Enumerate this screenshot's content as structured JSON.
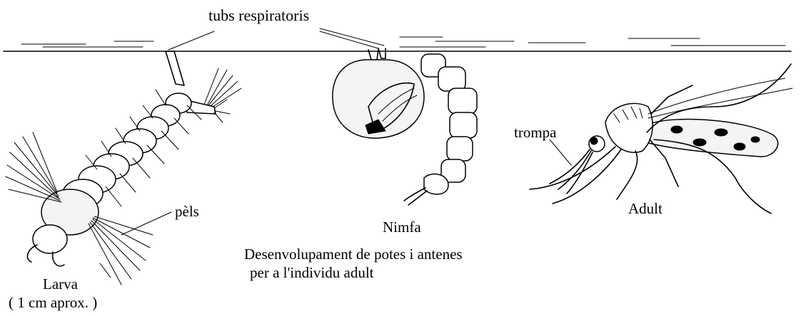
{
  "labels": {
    "tubes": "tubs respiratoris",
    "hairs": "pèls",
    "larva": "Larva",
    "larva_size": "( 1 cm aprox. )",
    "pupa": "Nimfa",
    "pupa_desc_1": "Desenvolupament de potes i antenes",
    "pupa_desc_2": "per a l'individu adult",
    "proboscis": "trompa",
    "adult": "Adult"
  }
}
